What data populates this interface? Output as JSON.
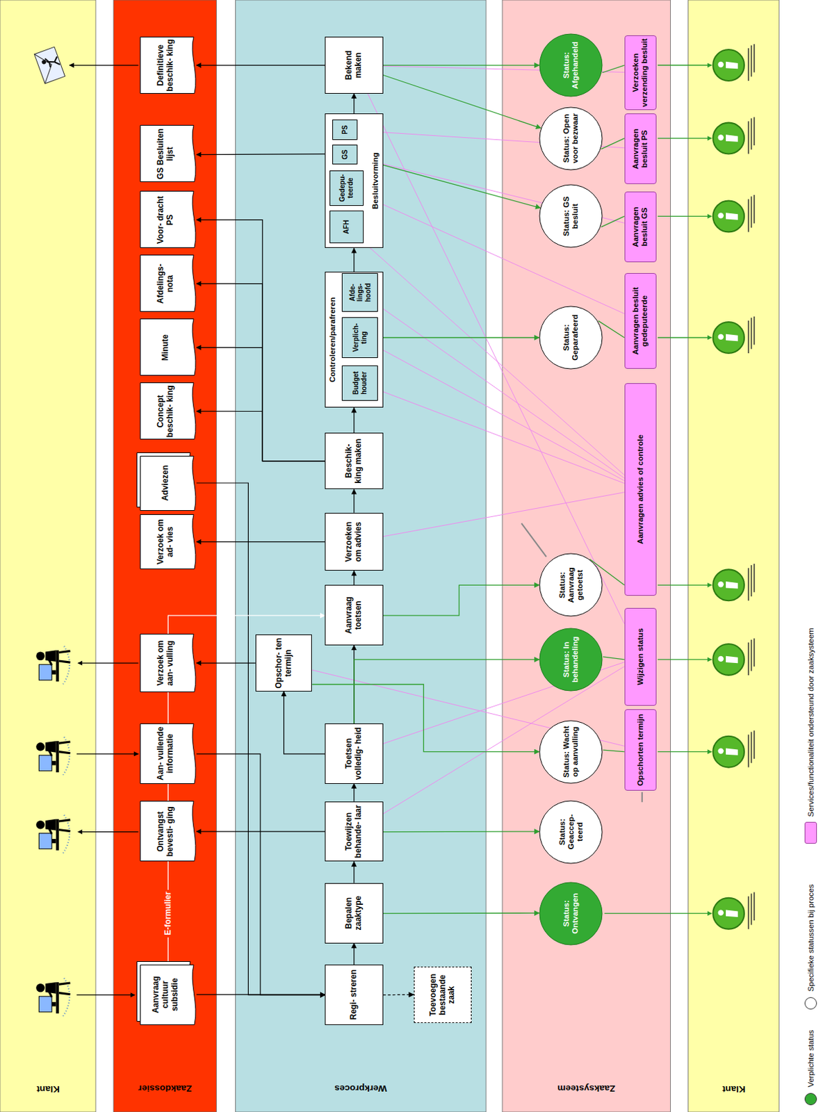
{
  "diagram": {
    "nodes": [
      {
        "text": [
          "Klant"
        ]
      },
      {
        "text": [
          "Zaakdossier"
        ]
      },
      {
        "text": [
          "Aanvraag cultuur subsidie"
        ],
        "in": 1
      },
      {
        "text": [
          "Ontvangst bevesti- ging"
        ],
        "in": 1
      },
      {
        "text": [
          "Aan- vullende informatie"
        ],
        "in": 1
      },
      {
        "text": [
          "Verzoek om aan- vulling"
        ],
        "in": 1
      },
      {
        "text": [
          "Verzoek om ad- vies"
        ],
        "in": 1
      },
      {
        "text": [
          "Adviezen"
        ],
        "in": 1
      },
      {
        "text": [
          "Concept beschik- king"
        ],
        "in": 1
      },
      {
        "text": [
          "Minute"
        ],
        "in": 1
      },
      {
        "text": [
          "Afdelings- nota"
        ],
        "in": 1
      },
      {
        "text": [
          "Voor- dracht PS"
        ],
        "in": 1
      },
      {
        "text": [
          "GS Besluiten lijst"
        ],
        "in": 1
      },
      {
        "text": [
          "Definitieve beschik- king"
        ],
        "in": 1
      },
      {
        "text": [
          "Werkproces"
        ]
      },
      {
        "text": [
          "Regi- streren"
        ],
        "in": 14
      },
      {
        "text": [
          "Toevoegen bestaande zaak"
        ],
        "in": 14
      },
      {
        "text": [
          "Bepalen zaaktype"
        ],
        "in": 14
      },
      {
        "text": [
          "Toewijzen behande- laar"
        ],
        "in": 14
      },
      {
        "text": [
          "Toetsen volledig- heid"
        ],
        "in": 14
      },
      {
        "text": [
          "Opschor- ten termijn"
        ],
        "in": 14
      },
      {
        "text": [
          "Aanvraag toetsen"
        ],
        "in": 14
      },
      {
        "text": [
          "Verzoeken om advies"
        ],
        "in": 14
      },
      {
        "text": [
          "Beschik- king maken"
        ],
        "in": 14
      },
      {
        "text": [
          "Controleren/parafreren"
        ],
        "in": 14
      },
      {
        "text": [
          "Budget houder"
        ],
        "in": 24
      },
      {
        "text": [
          "Verplich- ting"
        ],
        "in": 24
      },
      {
        "text": [
          "Afde- lings- hoofd"
        ],
        "in": 24
      },
      {
        "text": [
          "Besluitvorming"
        ],
        "in": 14
      },
      {
        "text": [
          "AFH"
        ],
        "in": 28
      },
      {
        "text": [
          "Gedepu- teerde"
        ],
        "in": 28
      },
      {
        "text": [
          "GS"
        ],
        "in": 28
      },
      {
        "text": [
          "PS"
        ],
        "in": 28
      },
      {
        "text": [
          "Bekend maken"
        ],
        "in": 14
      },
      {
        "text": [
          "Zaaksysteem"
        ]
      },
      {
        "text": [
          "Status: Ontvangen"
        ],
        "in": 34
      },
      {
        "text": [
          "Status: Geaccep- teerd"
        ],
        "in": 34
      },
      {
        "text": [
          "Status: Wacht op aanvulling"
        ],
        "in": 34
      },
      {
        "text": [
          "Status: In behandeling"
        ],
        "in": 34
      },
      {
        "text": [
          "Status: Aanvraag getoetst"
        ],
        "in": 34
      },
      {
        "text": [
          "Status: Geparafeerd"
        ],
        "in": 34
      },
      {
        "text": [
          "Status: GS besluit"
        ],
        "in": 34
      },
      {
        "text": [
          "Status: Open voor bezwaar"
        ],
        "in": 34
      },
      {
        "text": [
          "Status: Afgehandeld"
        ],
        "in": 34
      },
      {
        "text": [
          "Opschorten termijn"
        ],
        "in": 34
      },
      {
        "text": [
          "Wijzigen status"
        ],
        "in": 34
      },
      {
        "text": [
          "Aanvragen advies of controle"
        ],
        "in": 34
      },
      {
        "text": [
          "Aanvragen besluit gedeputeerde"
        ],
        "in": 34
      },
      {
        "text": [
          "Aanvragen besluit GS"
        ],
        "in": 34
      },
      {
        "text": [
          "Aanvragen besluit PS"
        ],
        "in": 34
      },
      {
        "text": [
          "Verzoeken verzending besluit"
        ],
        "in": 34
      },
      {
        "text": [
          "Klant"
        ]
      }
    ],
    "edges": [
      {
        "from": 15,
        "to": 17,
        "arrow": "to"
      },
      {
        "from": 17,
        "to": 18,
        "arrow": "to"
      },
      {
        "from": 18,
        "to": 19,
        "arrow": "to"
      },
      {
        "from": 19,
        "to": 21,
        "arrow": "to"
      },
      {
        "from": 21,
        "to": 22,
        "arrow": "to"
      },
      {
        "from": 22,
        "to": 23,
        "arrow": "to"
      },
      {
        "from": 23,
        "to": 24,
        "arrow": "to"
      },
      {
        "from": 24,
        "to": 28,
        "arrow": "to"
      },
      {
        "from": 28,
        "to": 33,
        "arrow": "to"
      },
      {
        "from": 19,
        "to": 20,
        "arrow": "to"
      },
      {
        "from": 15,
        "to": 16,
        "arrow": "to"
      },
      {
        "from": 2,
        "to": 15,
        "arrow": "to"
      },
      {
        "from": 4,
        "to": 15,
        "arrow": "to"
      },
      {
        "from": 7,
        "to": 15,
        "arrow": "to"
      },
      {
        "from": 2,
        "to": 21,
        "label": "E-formulier",
        "arrow": "to"
      },
      {
        "from": 18,
        "to": 3,
        "arrow": "to"
      },
      {
        "from": 20,
        "to": 5,
        "arrow": "to"
      },
      {
        "from": 22,
        "to": 6,
        "arrow": "to"
      },
      {
        "from": 23,
        "to": 8,
        "arrow": "to"
      },
      {
        "from": 23,
        "to": 9,
        "arrow": "to"
      },
      {
        "from": 23,
        "to": 10,
        "arrow": "to"
      },
      {
        "from": 23,
        "to": 11,
        "arrow": "to"
      },
      {
        "from": 31,
        "to": 12,
        "arrow": "to"
      },
      {
        "from": 33,
        "to": 13,
        "arrow": "to"
      },
      {
        "from": 17,
        "to": 35,
        "arrow": "to"
      },
      {
        "from": 18,
        "to": 36,
        "arrow": "to"
      },
      {
        "from": 20,
        "to": 37,
        "arrow": "to"
      },
      {
        "from": 19,
        "to": 38,
        "arrow": "to"
      },
      {
        "from": 21,
        "to": 39,
        "arrow": "to"
      },
      {
        "from": 26,
        "to": 40,
        "arrow": "to"
      },
      {
        "from": 31,
        "to": 41,
        "arrow": "to"
      },
      {
        "from": 33,
        "to": 42,
        "arrow": "to"
      },
      {
        "from": 33,
        "to": 43,
        "arrow": "to"
      },
      {
        "from": 37,
        "to": 44,
        "arrow": "none"
      },
      {
        "from": 38,
        "to": 45,
        "arrow": "none"
      },
      {
        "from": 39,
        "to": 46,
        "arrow": "none"
      },
      {
        "from": 40,
        "to": 47,
        "arrow": "none"
      },
      {
        "from": 41,
        "to": 48,
        "arrow": "none"
      },
      {
        "from": 42,
        "to": 49,
        "arrow": "none"
      },
      {
        "from": 43,
        "to": 50,
        "arrow": "none"
      },
      {
        "from": 18,
        "to": 45,
        "arrow": "none"
      },
      {
        "from": 19,
        "to": 45,
        "arrow": "none"
      },
      {
        "from": 20,
        "to": 44,
        "arrow": "none"
      },
      {
        "from": 22,
        "to": 46,
        "arrow": "none"
      },
      {
        "from": 25,
        "to": 46,
        "arrow": "none"
      },
      {
        "from": 26,
        "to": 46,
        "arrow": "none"
      },
      {
        "from": 27,
        "to": 46,
        "arrow": "none"
      },
      {
        "from": 29,
        "to": 46,
        "arrow": "none"
      },
      {
        "from": 30,
        "to": 47,
        "arrow": "none"
      },
      {
        "from": 31,
        "to": 48,
        "arrow": "none"
      },
      {
        "from": 32,
        "to": 49,
        "arrow": "none"
      },
      {
        "from": 33,
        "to": 45,
        "arrow": "none"
      },
      {
        "from": 33,
        "to": 50,
        "arrow": "none"
      }
    ],
    "legend": [
      {
        "text": "Verplichte status",
        "color": "#33aa33"
      },
      {
        "text": "Specifieke statussen bij proces",
        "color": "#ffffff"
      },
      {
        "text": "Services/functionaliteit ondersteund door zaaksysteem",
        "color": "#ff99ff"
      }
    ]
  }
}
